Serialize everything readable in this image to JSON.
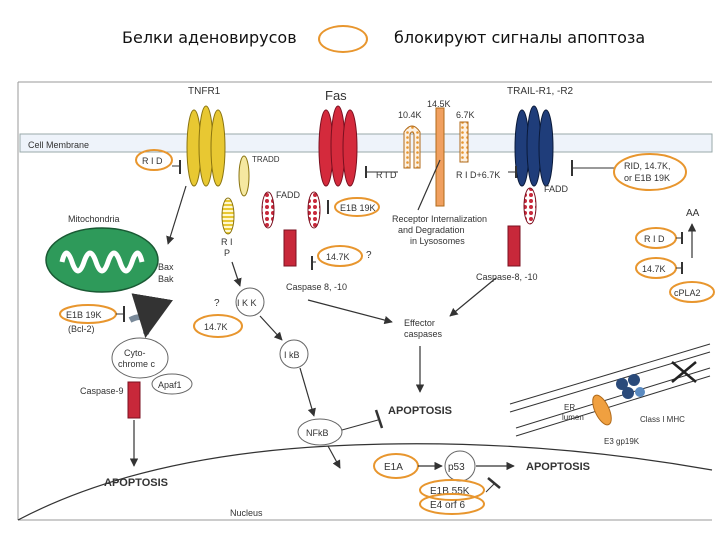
{
  "header": {
    "left_text": "Белки аденовирусов",
    "right_text": "блокируют сигналы апоптоза"
  },
  "diagram": {
    "labels": {
      "tnfr1": "TNFR1",
      "fas": "Fas",
      "trail": "TRAIL-R1, -R2",
      "p14_5k": "14.5K",
      "p10_4k": "10.4K",
      "p6_7k": "6.7K",
      "cell_membrane": "Cell Membrane",
      "rid_1": "R I D",
      "tradd": "TRADD",
      "rid_2": "R I D",
      "rid_6_7k": "R I D+6.7K",
      "rid_box": "RID, 14.7K,",
      "rid_box_2": "or E1B 19K",
      "fadd_left": "FADD",
      "fadd_right": "FADD",
      "e1b_19k_box": "E1B 19K",
      "mitochondria": "Mitochondria",
      "rip_1": "R I",
      "rip_2": "P",
      "receptor_1": "Receptor Internalization",
      "receptor_2": "and Degradation",
      "receptor_3": "in Lysosomes",
      "aa": "AA",
      "rid_3": "R I D",
      "p14_7k_1": "14.7K",
      "q1": "?",
      "bax": "Bax",
      "bak": "Bak",
      "caspase8_left": "Caspase 8, -10",
      "caspase8_right": "Caspase-8, -10",
      "p14_7k_right": "14.7K",
      "cpla2": "cPLA2",
      "q2": "?",
      "ikk": "I K K",
      "e1b_19k_mito": "E1B 19K",
      "bcl2": "(Bcl-2)",
      "p14_7k_2": "14.7K",
      "effector_1": "Effector",
      "effector_2": "caspases",
      "cytc_1": "Cyto-",
      "cytc_2": "chrome c",
      "ikb": "I kB",
      "apaf1": "Apaf1",
      "caspase9": "Caspase-9",
      "apoptosis_center": "APOPTOSIS",
      "er_1": "ER",
      "er_2": "lumen",
      "class1": "Class I MHC",
      "nfkb": "NFkB",
      "e3": "E3 gp19K",
      "e1a": "E1A",
      "p53": "p53",
      "apoptosis_right": "APOPTOSIS",
      "apoptosis_left": "APOPTOSIS",
      "e1b_55k": "E1B 55K",
      "e4_orf6": "E4 orf 6",
      "nucleus": "Nucleus"
    },
    "colors": {
      "tnfr1": "#e8c832",
      "fas": "#d42a3c",
      "trail": "#1f3d7a",
      "highlight": "#e8962e",
      "mito": "#2e9a5a",
      "caspase": "#c8283a",
      "e3_protein": "#f0a040",
      "mhc": "#2a4a7a"
    }
  }
}
